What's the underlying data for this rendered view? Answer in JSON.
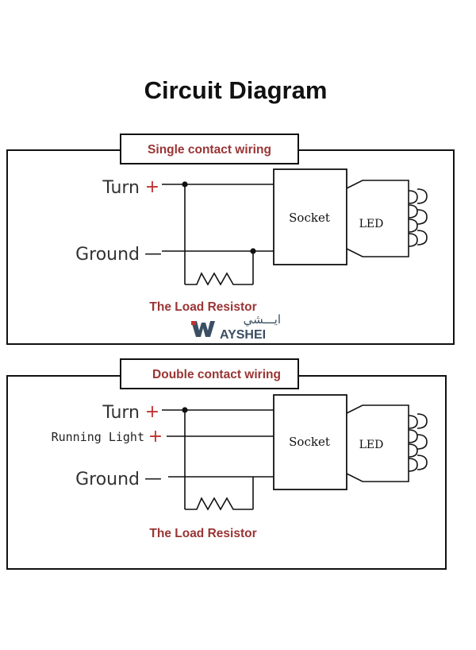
{
  "title": "Circuit Diagram",
  "colors": {
    "ink": "#111111",
    "heading": "#9a3434",
    "sign": "#c03030",
    "watermark": "#3a4f63"
  },
  "single": {
    "heading": "Single contact wiring",
    "turn": "Turn",
    "ground": "Ground",
    "plus": "+",
    "minus": "—",
    "socket": "Socket",
    "led": "LED",
    "resistor_label": "The Load Resistor"
  },
  "double": {
    "heading": "Double contact wiring",
    "turn": "Turn",
    "running": "Running Light",
    "ground": "Ground",
    "plus": "+",
    "minus": "—",
    "socket": "Socket",
    "led": "LED",
    "resistor_label": "The Load Resistor"
  },
  "watermark": {
    "arabic": "ايـــشي",
    "latin": "AYSHEI",
    "icon": "ayshei-logo-icon"
  }
}
